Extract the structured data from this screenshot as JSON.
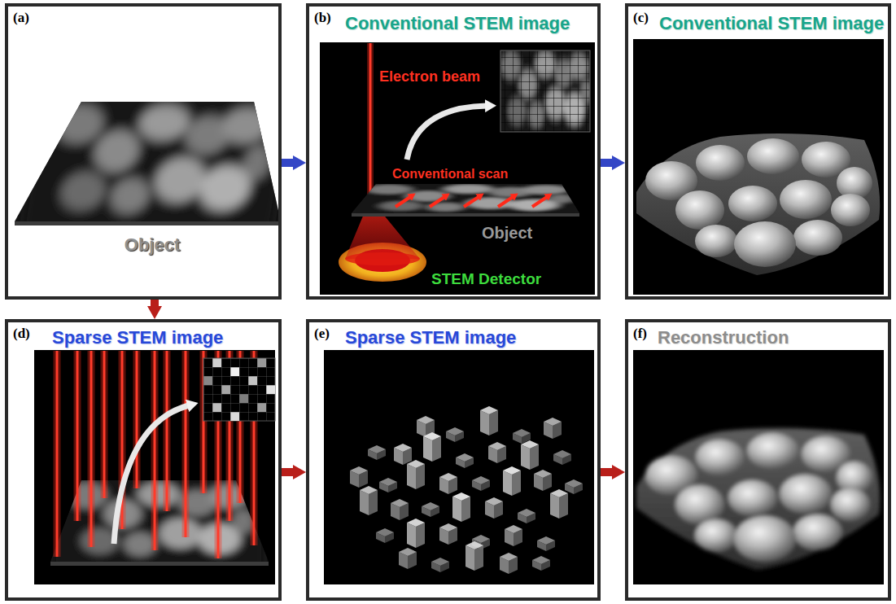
{
  "diagram": {
    "nodes": [
      {
        "text": [
          "(a)",
          "Object"
        ]
      },
      {
        "text": [
          "(b)",
          "Conventional STEM image"
        ]
      },
      {
        "text": [
          "(c)",
          "Conventional STEM image"
        ]
      },
      {
        "text": [
          "(d)",
          "Sparse STEM image"
        ]
      },
      {
        "text": [
          "(e)",
          "Sparse STEM image"
        ]
      },
      {
        "text": [
          "(f)",
          "Reconstruction"
        ]
      }
    ],
    "edges": [
      {
        "from": 0,
        "to": 1,
        "arrow": "to"
      },
      {
        "from": 1,
        "to": 2,
        "arrow": "to"
      },
      {
        "from": 0,
        "to": 3,
        "arrow": "to"
      },
      {
        "from": 3,
        "to": 4,
        "arrow": "to"
      },
      {
        "from": 4,
        "to": 5,
        "arrow": "to"
      }
    ],
    "labels": [
      "Electron beam",
      "Conventional scan",
      "Object",
      "STEM Detector"
    ]
  }
}
